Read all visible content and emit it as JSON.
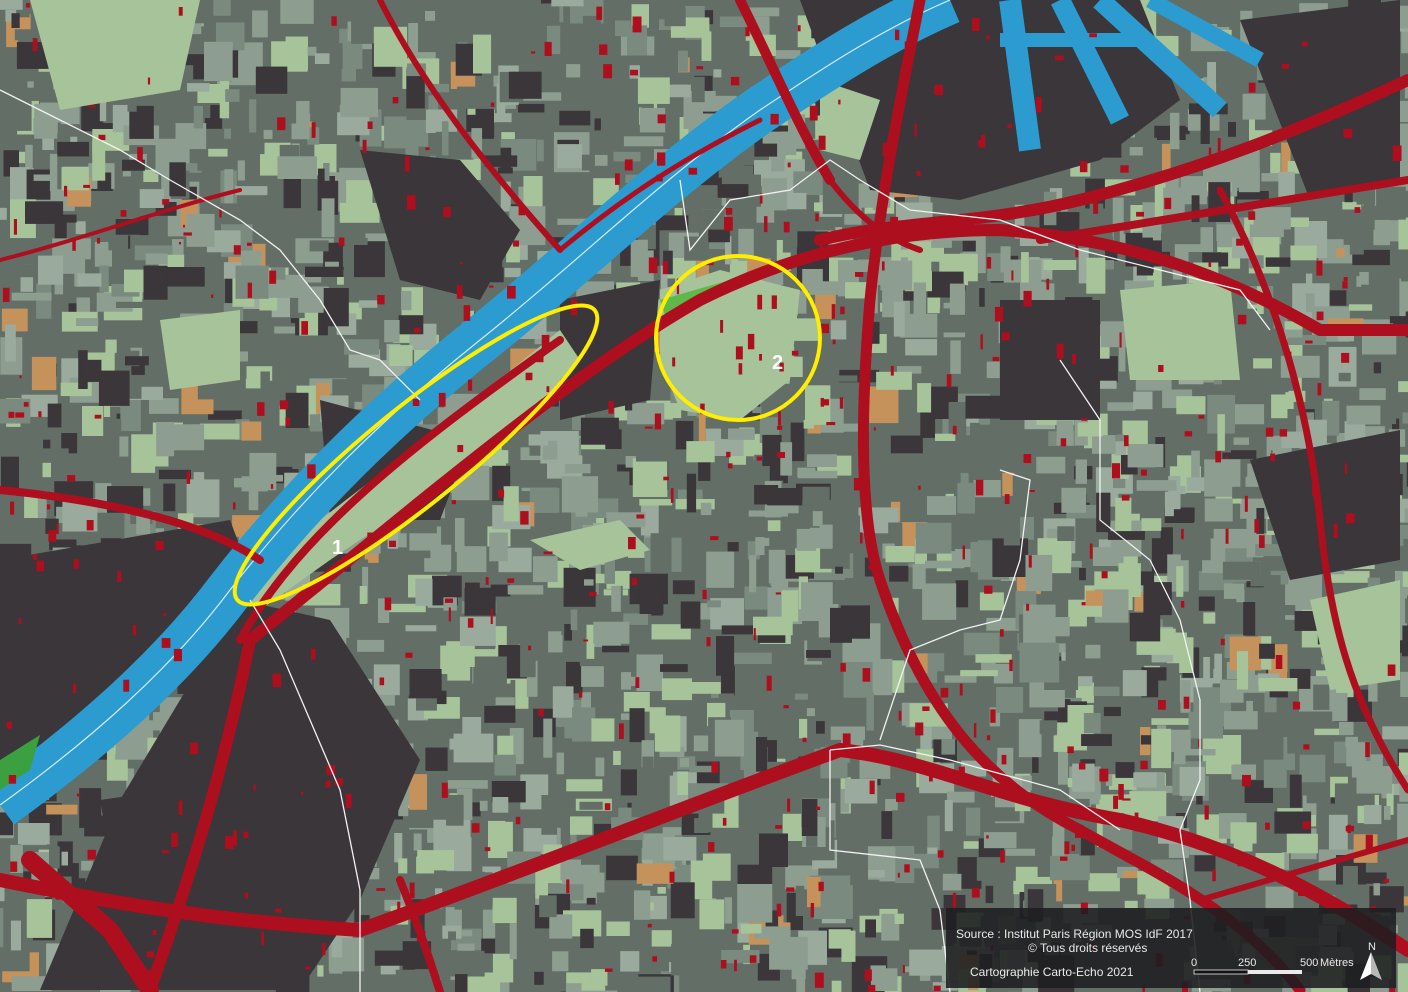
{
  "markers": [
    {
      "id": "1",
      "label": "1"
    },
    {
      "id": "2",
      "label": "2"
    }
  ],
  "credits": {
    "source": "Source :  Institut Paris Région MOS IdF 2017",
    "rights": "© Tous droits réservés",
    "cartography": "Cartographie Carto-Echo 2021"
  },
  "scale_bar": {
    "ticks": [
      "0",
      "250",
      "500"
    ],
    "unit": "Mètres"
  },
  "north_arrow": {
    "label": "N",
    "icon": "north-arrow-icon"
  },
  "colors": {
    "dense_housing": "#626e66",
    "individual_housing": "#8d9e91",
    "dark_built": "#3a3639",
    "green_space": "#a7c39a",
    "roads": "#ad0f1e",
    "water": "#2b9bd0",
    "bare_land": "#c6925c",
    "highlight": "#ffee00"
  }
}
